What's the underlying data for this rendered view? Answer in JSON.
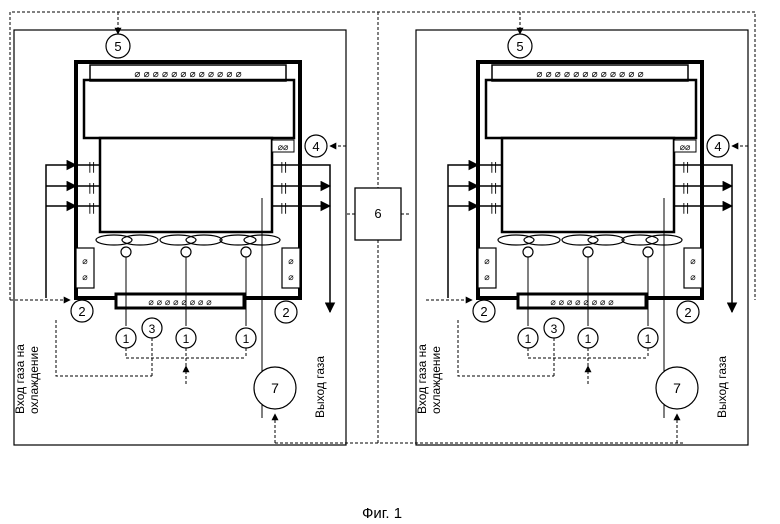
{
  "figure": {
    "caption": "Фиг. 1",
    "label_inlet_line1": "Вход газа на",
    "label_inlet_line2": "охлаждение",
    "label_outlet": "Выход газа",
    "center_unit": "6",
    "unit_numbers": {
      "n1": "1",
      "n2": "2",
      "n3": "3",
      "n4": "4",
      "n5": "5",
      "n7": "7"
    }
  }
}
